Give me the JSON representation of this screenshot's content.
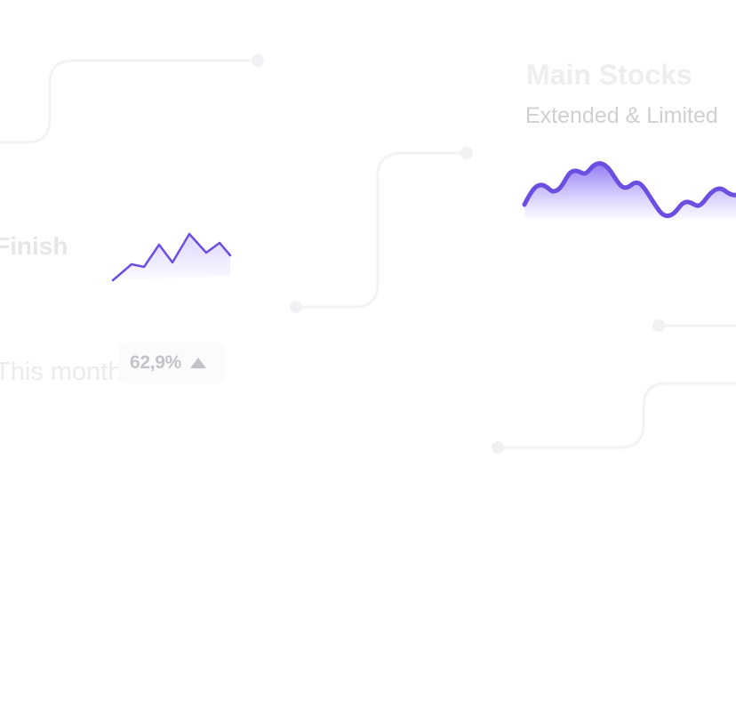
{
  "main_stocks": {
    "title": "Main Stocks",
    "subtitle": "Extended & Limited"
  },
  "left_card": {
    "label_top": "Finish",
    "label_bottom": "This month",
    "change_percent": "62,9%",
    "change_direction_icon": "triangle-up-icon"
  },
  "colors": {
    "accent": "#6c4ee0",
    "accent_fill": "#a390ff",
    "connector": "#f3f3f5",
    "badge_bg": "#fbfbfc",
    "badge_text": "#c3c3c9"
  }
}
